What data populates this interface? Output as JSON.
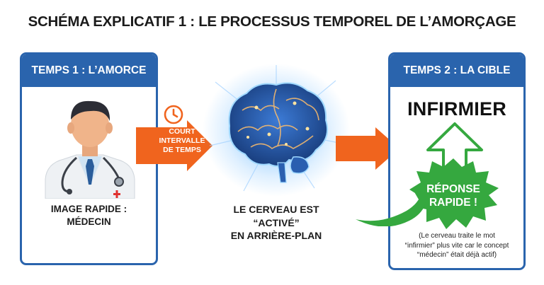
{
  "title": "SCHÉMA EXPLICATIF 1 : LE PROCESSUS TEMPOREL DE L’AMORÇAGE",
  "left_panel": {
    "header": "TEMPS 1 : L’AMORCE",
    "caption_lines": [
      "IMAGE RAPIDE :",
      "MÉDECIN"
    ]
  },
  "interval_arrow": {
    "lines": [
      "COURT",
      "INTERVALLE",
      "DE TEMPS"
    ]
  },
  "center": {
    "caption_lines": [
      "LE CERVEAU EST",
      "“ACTIVÉ”",
      "EN ARRIÈRE-PLAN"
    ]
  },
  "right_panel": {
    "header": "TEMPS 2 : LA CIBLE",
    "target_word": "INFIRMIER",
    "burst_lines": [
      "RÉPONSE",
      "RAPIDE !"
    ],
    "note_lines": [
      "(Le cerveau traite le mot",
      "“infirmier” plus vite car le concept",
      "“médecin” était déjà actif)"
    ]
  },
  "colors": {
    "panel_blue": "#2a64ad",
    "arrow_orange": "#f0641e",
    "burst_green": "#35a83f",
    "brain_glow": "#4aa9ff"
  },
  "icons": [
    "clock-icon",
    "doctor-illustration",
    "brain-illustration",
    "up-arrow-icon",
    "curved-arrow-icon"
  ]
}
